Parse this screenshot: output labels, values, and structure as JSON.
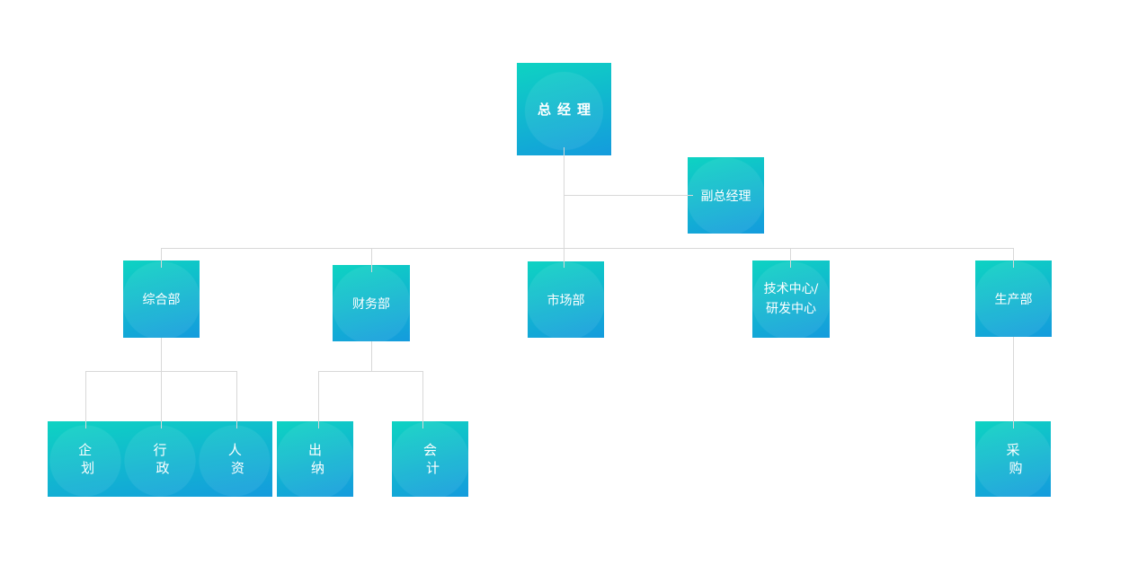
{
  "colors": {
    "box_gradient_start": "#0ed3c2",
    "box_gradient_end": "#149bdd",
    "connector_line": "#d8d8d8",
    "node_text": "#ffffff",
    "background": "#ffffff"
  },
  "org_chart": {
    "nodes": {
      "general_manager": {
        "label": "总经理"
      },
      "deputy_general_manager": {
        "label": "副总经理"
      },
      "general_affairs_dept": {
        "label": "综合部"
      },
      "finance_dept": {
        "label": "财务部"
      },
      "marketing_dept": {
        "label": "市场部"
      },
      "tech_center": {
        "lines": [
          "技术中心/",
          "研发中心"
        ]
      },
      "production_dept": {
        "label": "生产部"
      },
      "planning": {
        "lines": [
          "企",
          "划"
        ]
      },
      "administration": {
        "lines": [
          "行",
          "政"
        ]
      },
      "human_resources": {
        "lines": [
          "人",
          "资"
        ]
      },
      "cashier": {
        "lines": [
          "出",
          "纳"
        ]
      },
      "accounting": {
        "lines": [
          "会",
          "计"
        ]
      },
      "purchasing": {
        "lines": [
          "采",
          "购"
        ]
      }
    }
  }
}
